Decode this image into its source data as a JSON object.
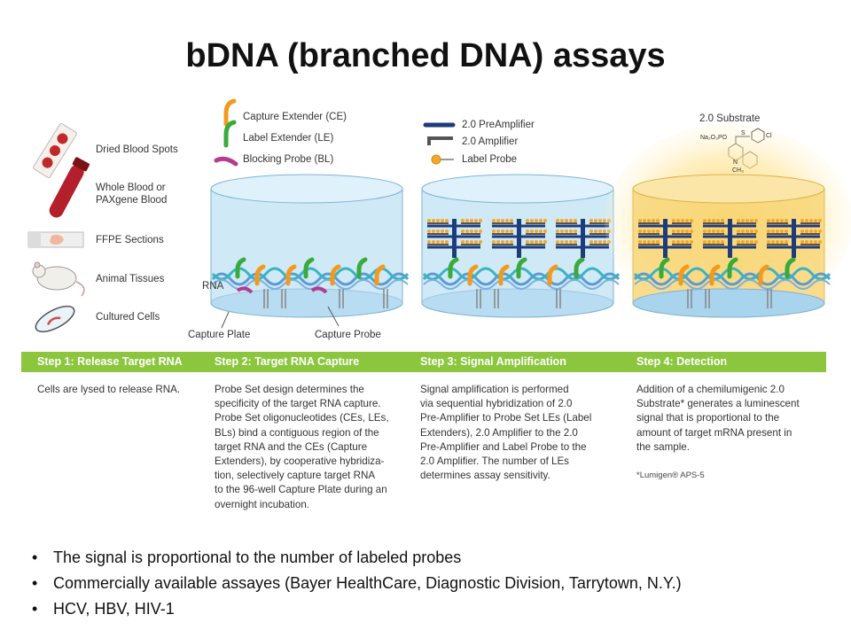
{
  "title": "bDNA (branched DNA) assays",
  "samples": [
    "Dried Blood Spots",
    "Whole Blood or\nPAXgene Blood",
    "FFPE Sections",
    "Animal Tissues",
    "Cultured Cells"
  ],
  "legend2": [
    "Capture Extender (CE)",
    "Label Extender (LE)",
    "Blocking Probe (BL)"
  ],
  "legend3": [
    "2.0 PreAmplifier",
    "2.0 Amplifier",
    "Label Probe"
  ],
  "substrate": {
    "label": "2.0 Substrate",
    "formula_top": "Na₂O₃PO",
    "formula_s": "S",
    "formula_cl": "Cl",
    "formula_n": "N",
    "formula_ch3": "CH₃"
  },
  "plate_labels": {
    "rna": "RNA",
    "capture_plate": "Capture Plate",
    "capture_probe": "Capture Probe"
  },
  "steps": [
    {
      "header": "Step 1: Release Target RNA",
      "text": "Cells are lysed to release RNA."
    },
    {
      "header": "Step 2: Target RNA Capture",
      "text": "Probe Set design determines the\nspecificity of the target RNA capture.\nProbe Set oligonucleotides (CEs, LEs,\nBLs) bind a contiguous region of the\ntarget RNA and the CEs (Capture\nExtenders), by cooperative hybridiza-\ntion, selectively capture target RNA\nto the 96-well Capture Plate during an\novernight incubation."
    },
    {
      "header": "Step 3: Signal Amplification",
      "text": "Signal amplification is performed\nvia sequential hybridization of 2.0\nPre-Amplifier to Probe Set LEs (Label\nExtenders), 2.0 Amplifier to the 2.0\nPre-Amplifier and Label Probe to the\n2.0 Amplifier. The number of LEs\ndetermines assay sensitivity."
    },
    {
      "header": "Step 4: Detection",
      "text": "Addition of a chemilumigenic 2.0\nSubstrate* generates a luminescent\nsignal that is proportional to the\namount of target mRNA present in\nthe sample."
    }
  ],
  "footnote": "*Lumigen® APS-5",
  "bullets": [
    "The signal is proportional to the number of labeled probes",
    "Commercially available assayes (Bayer HealthCare, Diagnostic Division, Tarrytown, N.Y.)",
    "HCV, HBV, HIV-1"
  ]
}
